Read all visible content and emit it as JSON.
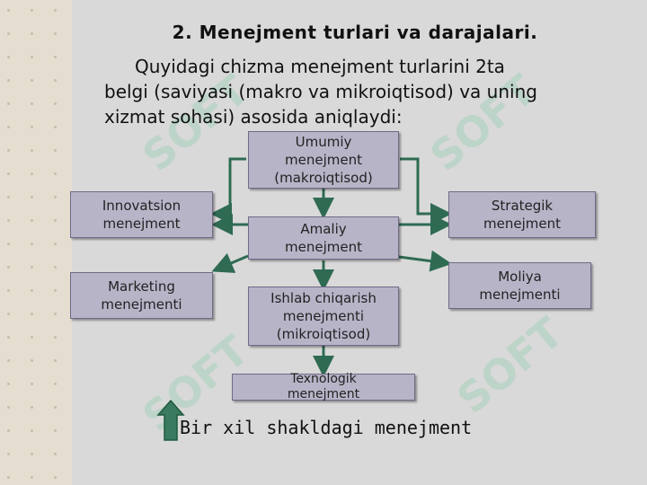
{
  "title": "2. Menejment  turlari  va  darajalari.",
  "intro": {
    "line1": "Quyidagi chizma menejment turlarini 2ta",
    "line2": "belgi (saviyasi (makro va mikroiqtisod) va uning",
    "line3": "xizmat sohasi) asosida aniqlaydi:"
  },
  "boxes": {
    "umumiy": "Umumiy menejment (makroiqtisod)",
    "innovatsion": "Innovatsion menejment",
    "strategik": "Strategik menejment",
    "amaliy": "Amaliy menejment",
    "marketing": "Marketing menejmenti",
    "moliya": "Moliya menejmenti",
    "ishlab": "Ishlab chiqarish menejmenti (mikroiqtisod)",
    "texnologik": "Texnologik menejment"
  },
  "footer": {
    "text": "Bir xil shakldagi menejment"
  },
  "colors": {
    "box_fill": "#b8b4c8",
    "connector": "#2f6b53",
    "legend_arrow": "#3a7a5e"
  },
  "watermark": "SOFT"
}
